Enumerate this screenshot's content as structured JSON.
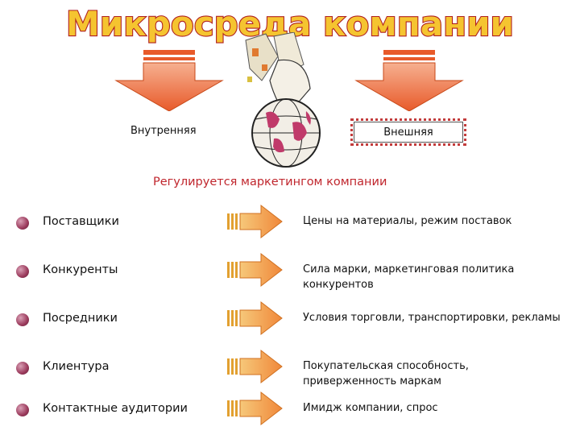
{
  "title": "Микросреда компании",
  "internal_label": "Внутренняя",
  "external_label": "Внешняя",
  "regulated_text": "Регулируется маркетингом компании",
  "rows": [
    {
      "left": "Поставщики",
      "right": "Цены на материалы, режим поставок"
    },
    {
      "left": "Конкуренты",
      "right": "Сила марки, маркетинговая политика конкурентов"
    },
    {
      "left": "Посредники",
      "right": "Условия торговли, транспортировки, рекламы"
    },
    {
      "left": "Клиентура",
      "right": "Покупательская способность, приверженность маркам"
    },
    {
      "left": "Контактные аудитории",
      "right": "Имидж компании, спрос"
    }
  ],
  "colors": {
    "title_fill": "#f5c430",
    "title_stroke": "#b02020",
    "arrow": "#f08a50",
    "accent_red": "#c0262d"
  }
}
